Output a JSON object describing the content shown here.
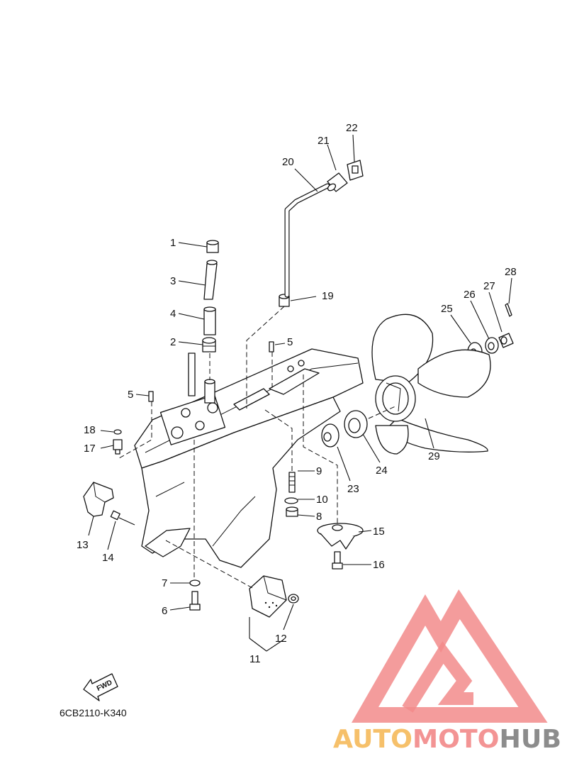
{
  "diagram": {
    "code": "6CB2110-K340",
    "fwd_label": "FWD",
    "part_numbers": [
      "1",
      "2",
      "3",
      "4",
      "5",
      "5",
      "6",
      "7",
      "8",
      "9",
      "10",
      "11",
      "12",
      "13",
      "14",
      "15",
      "16",
      "17",
      "18",
      "19",
      "20",
      "21",
      "22",
      "23",
      "24",
      "25",
      "26",
      "27",
      "28",
      "29"
    ]
  },
  "watermark": {
    "brand": "AUTOMOTOHUB",
    "part1": "AUTO",
    "part2": "MOTO",
    "part3": "HUB",
    "colors": {
      "auto": "#f6c06a",
      "moto": "#f39494",
      "hub": "#8c8c8c",
      "logo": "#f28b8b"
    }
  }
}
